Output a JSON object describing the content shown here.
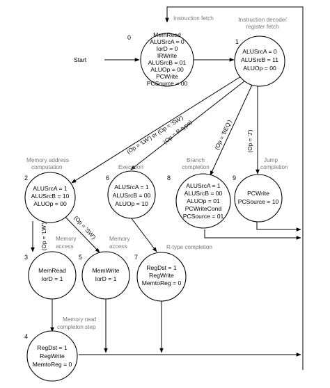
{
  "start_label": "Start",
  "states": [
    {
      "num": "0",
      "caption": [
        "Instruction fetch"
      ],
      "signals": [
        "MemRead",
        "ALUSrcA = 0",
        "IorD = 0",
        "IRWrite",
        "ALUSrcB = 01",
        "ALUOp = 00",
        "PCWrite",
        "PCSource = 00"
      ]
    },
    {
      "num": "1",
      "caption": [
        "Instruction decode/",
        "register fetch"
      ],
      "signals": [
        "ALUSrcA = 0",
        "ALUSrcB = 11",
        "ALUOp = 00"
      ]
    },
    {
      "num": "2",
      "caption": [
        "Memory address",
        "computation"
      ],
      "signals": [
        "ALUSrcA = 1",
        "ALUSrcB = 10",
        "ALUOp = 00"
      ]
    },
    {
      "num": "3",
      "caption": [
        "Memory",
        "access"
      ],
      "signals": [
        "MemRead",
        "IorD = 1"
      ]
    },
    {
      "num": "4",
      "caption": [
        "Memory read",
        "completon step"
      ],
      "signals": [
        "RegDst = 1",
        "RegWrite",
        "MemtoReg = 0"
      ]
    },
    {
      "num": "5",
      "caption": [
        "Memory",
        "access"
      ],
      "signals": [
        "MemWrite",
        "IorD = 1"
      ]
    },
    {
      "num": "6",
      "caption": [
        "Execution"
      ],
      "signals": [
        "ALUSrcA = 1",
        "ALUSrcB = 00",
        "ALUOp = 10"
      ]
    },
    {
      "num": "7",
      "caption": [
        "R-type completion"
      ],
      "signals": [
        "RegDst = 1",
        "RegWrite",
        "MemtoReg = 0"
      ]
    },
    {
      "num": "8",
      "caption": [
        "Branch",
        "completion"
      ],
      "signals": [
        "ALUSrcA = 1",
        "ALUSrcB = 00",
        "ALUOp = 01",
        "PCWriteCond",
        "PCSource = 01"
      ]
    },
    {
      "num": "9",
      "caption": [
        "Jump",
        "completion"
      ],
      "signals": [
        "PCWrite",
        "PCSource = 10"
      ]
    }
  ],
  "conditions": {
    "mem": "(Op = 'LW') or (Op = 'SW')",
    "rtype": "(Op = R-type)",
    "beq": "(Op = 'BEQ')",
    "jump": "(Op = 'J')",
    "lw": "(Op = 'LW')",
    "sw": "(Op = 'SW')"
  }
}
